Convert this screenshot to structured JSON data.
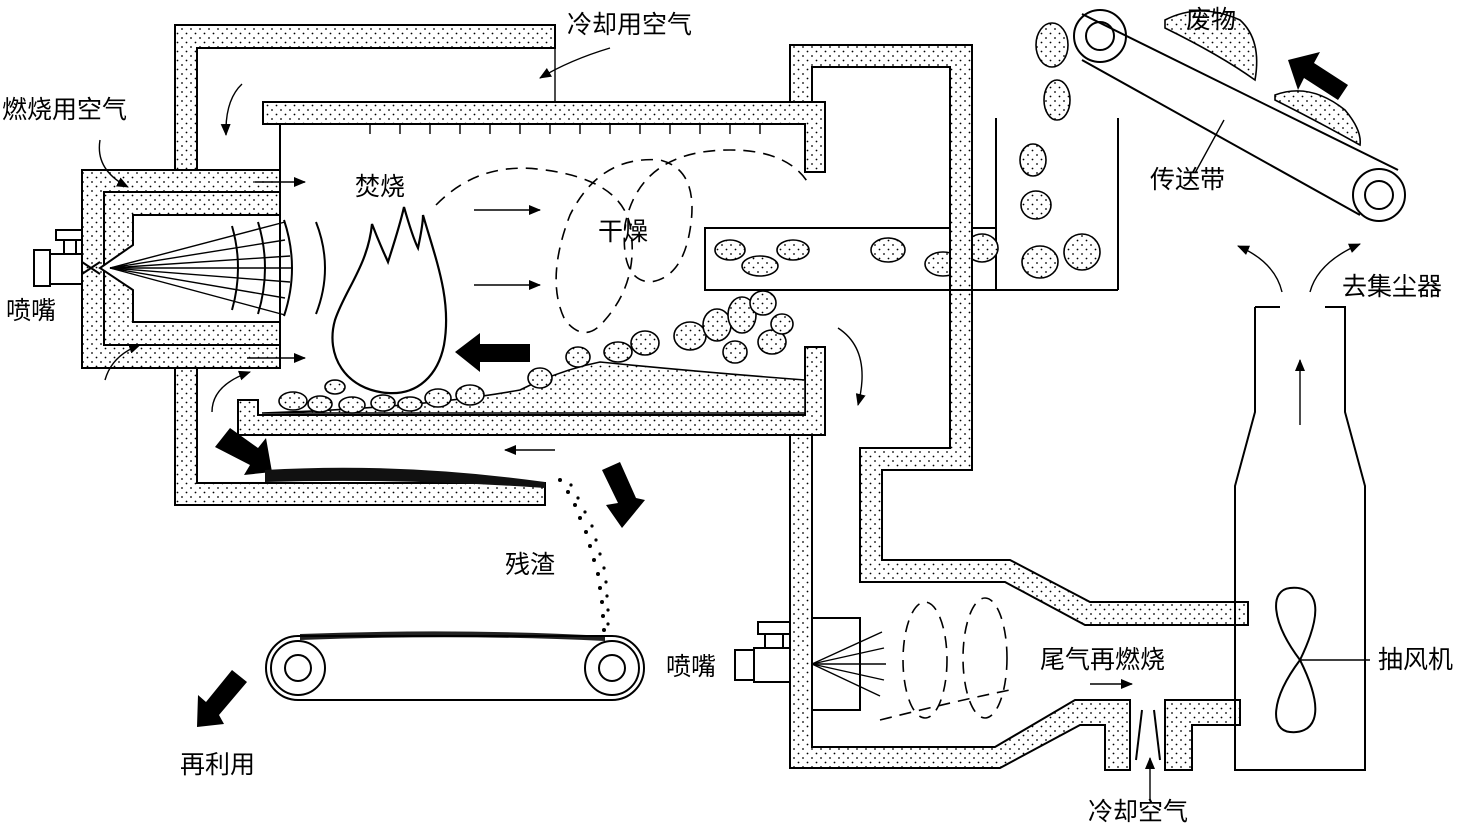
{
  "labels": {
    "cooling_air_top": "冷却用空气",
    "combustion_air": "燃烧用空气",
    "nozzle_left": "喷嘴",
    "incineration": "焚烧",
    "drying": "干燥",
    "waste": "废物",
    "conveyor": "传送带",
    "to_dust_collector": "去集尘器",
    "residue": "残渣",
    "reuse": "再利用",
    "nozzle_right": "喷嘴",
    "tail_gas_reburn": "尾气再燃烧",
    "exhaust_fan": "抽风机",
    "cooling_air_bottom": "冷却空气"
  }
}
